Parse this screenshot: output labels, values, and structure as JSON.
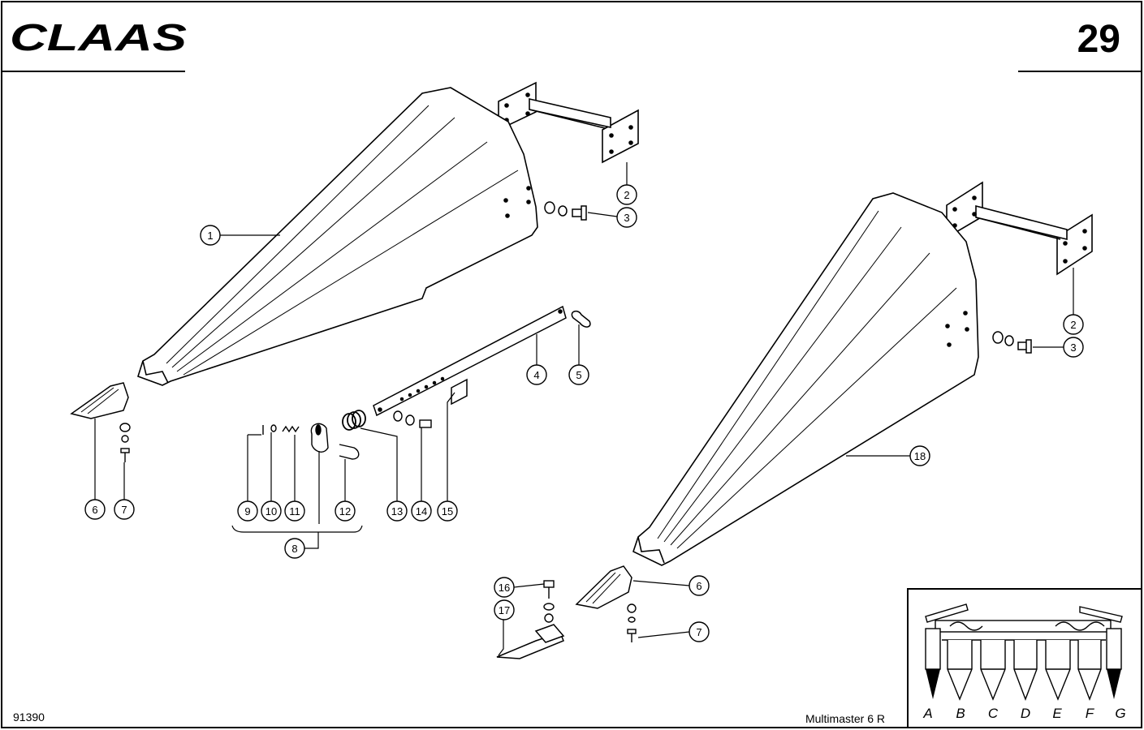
{
  "header": {
    "brand": "CLAAS",
    "page_number": "29"
  },
  "footer": {
    "drawing_number": "91390",
    "model": "Multimaster 6 R"
  },
  "callouts": [
    {
      "id": "c1",
      "label": "1"
    },
    {
      "id": "c2a",
      "label": "2"
    },
    {
      "id": "c3a",
      "label": "3"
    },
    {
      "id": "c4",
      "label": "4"
    },
    {
      "id": "c5",
      "label": "5"
    },
    {
      "id": "c6a",
      "label": "6"
    },
    {
      "id": "c7a",
      "label": "7"
    },
    {
      "id": "c8",
      "label": "8"
    },
    {
      "id": "c9",
      "label": "9"
    },
    {
      "id": "c10",
      "label": "10"
    },
    {
      "id": "c11",
      "label": "11"
    },
    {
      "id": "c12",
      "label": "12"
    },
    {
      "id": "c13",
      "label": "13"
    },
    {
      "id": "c14",
      "label": "14"
    },
    {
      "id": "c15",
      "label": "15"
    },
    {
      "id": "c18",
      "label": "18"
    },
    {
      "id": "c2b",
      "label": "2"
    },
    {
      "id": "c3b",
      "label": "3"
    },
    {
      "id": "c6b",
      "label": "6"
    },
    {
      "id": "c7b",
      "label": "7"
    },
    {
      "id": "c16",
      "label": "16"
    },
    {
      "id": "c17",
      "label": "17"
    }
  ],
  "position_diagram": {
    "letters": [
      "A",
      "B",
      "C",
      "D",
      "E",
      "F",
      "G"
    ]
  }
}
